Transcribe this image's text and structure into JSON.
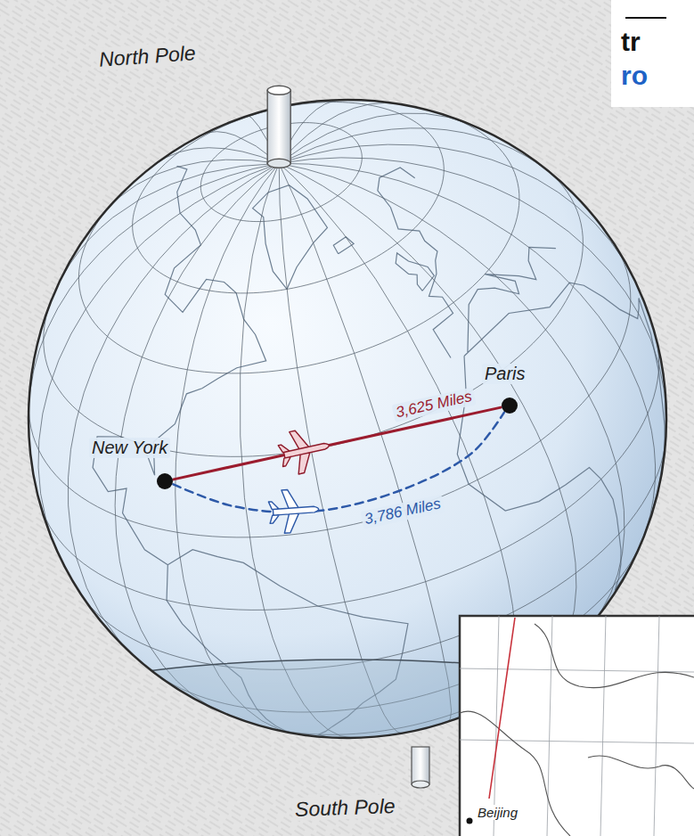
{
  "diagram": {
    "nodes": [
      {
        "text": [
          "New York"
        ]
      },
      {
        "text": [
          "Paris"
        ]
      }
    ],
    "edges": [
      {
        "from": 0,
        "to": 1,
        "arrow": "none",
        "label": "3,625 Miles"
      },
      {
        "from": 0,
        "to": 1,
        "arrow": "none",
        "label": "3,786 Miles"
      }
    ],
    "labels": [
      "North Pole",
      "South Pole",
      "Beijing",
      "tr",
      "ro"
    ]
  }
}
